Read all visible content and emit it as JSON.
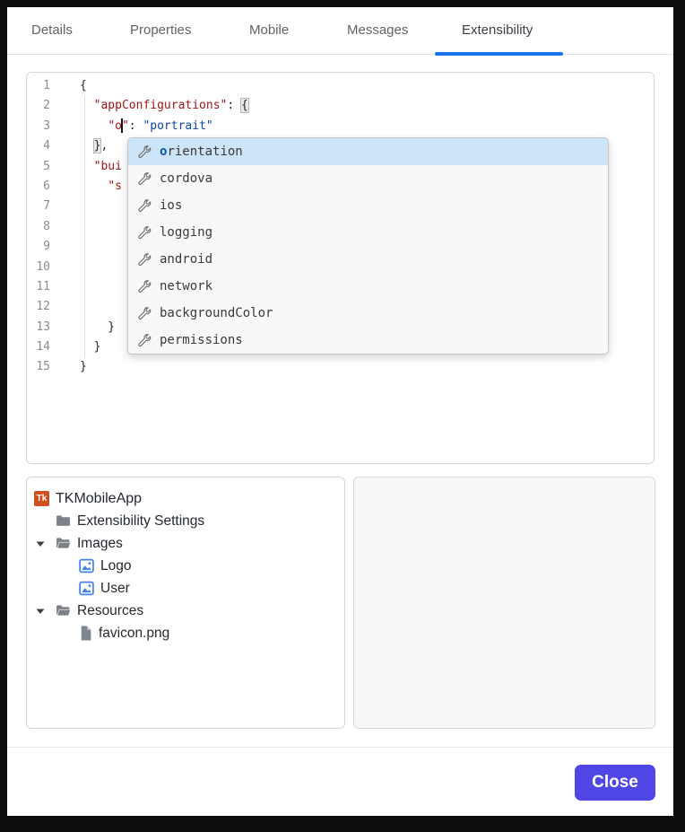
{
  "tabs": {
    "items": [
      {
        "label": "Details"
      },
      {
        "label": "Properties"
      },
      {
        "label": "Mobile"
      },
      {
        "label": "Messages"
      },
      {
        "label": "Extensibility"
      }
    ],
    "active": "Extensibility"
  },
  "editor": {
    "line_numbers": [
      "1",
      "2",
      "3",
      "4",
      "5",
      "6",
      "7",
      "8",
      "9",
      "10",
      "11",
      "12",
      "13",
      "14",
      "15"
    ],
    "l1_brace": "{",
    "l2_indent": "  ",
    "l2_key": "\"appConfigurations\"",
    "l2_colon": ": ",
    "l2_brace": "{",
    "l3_indent": "    ",
    "l3_key_open": "\"o",
    "l3_key_close": "\"",
    "l3_colon": ": ",
    "l3_value": "\"portrait\"",
    "l4_indent": "  ",
    "l4_brace": "}",
    "l4_comma": ",",
    "l5_indent": "  ",
    "l5_fragment": "\"bui",
    "l6_indent": "    ",
    "l6_fragment": "\"s",
    "l13_text": "    }",
    "l14_text": "  }",
    "l15_text": "}"
  },
  "suggest": {
    "items": [
      {
        "prefix": "o",
        "label": "rientation"
      },
      {
        "prefix": "",
        "label": "cordova"
      },
      {
        "prefix": "",
        "label": "ios"
      },
      {
        "prefix": "",
        "label": "logging"
      },
      {
        "prefix": "",
        "label": "android"
      },
      {
        "prefix": "",
        "label": "network"
      },
      {
        "prefix": "",
        "label": "backgroundColor"
      },
      {
        "prefix": "",
        "label": "permissions"
      }
    ]
  },
  "tree": {
    "root": {
      "badge": "Tk",
      "label": "TKMobileApp"
    },
    "items": [
      {
        "label": "Extensibility Settings"
      },
      {
        "label": "Images"
      },
      {
        "label": "Logo"
      },
      {
        "label": "User"
      },
      {
        "label": "Resources"
      },
      {
        "label": "favicon.png"
      }
    ]
  },
  "footer": {
    "close_label": "Close"
  },
  "colors": {
    "tab_underline": "#1a73e8",
    "json_key": "#a31515",
    "json_value": "#0a44a3",
    "suggest_selected_bg": "#cce4f7",
    "suggest_match": "#0058ad",
    "tk_badge": "#d14e1f",
    "close_button": "#4f46e5"
  }
}
